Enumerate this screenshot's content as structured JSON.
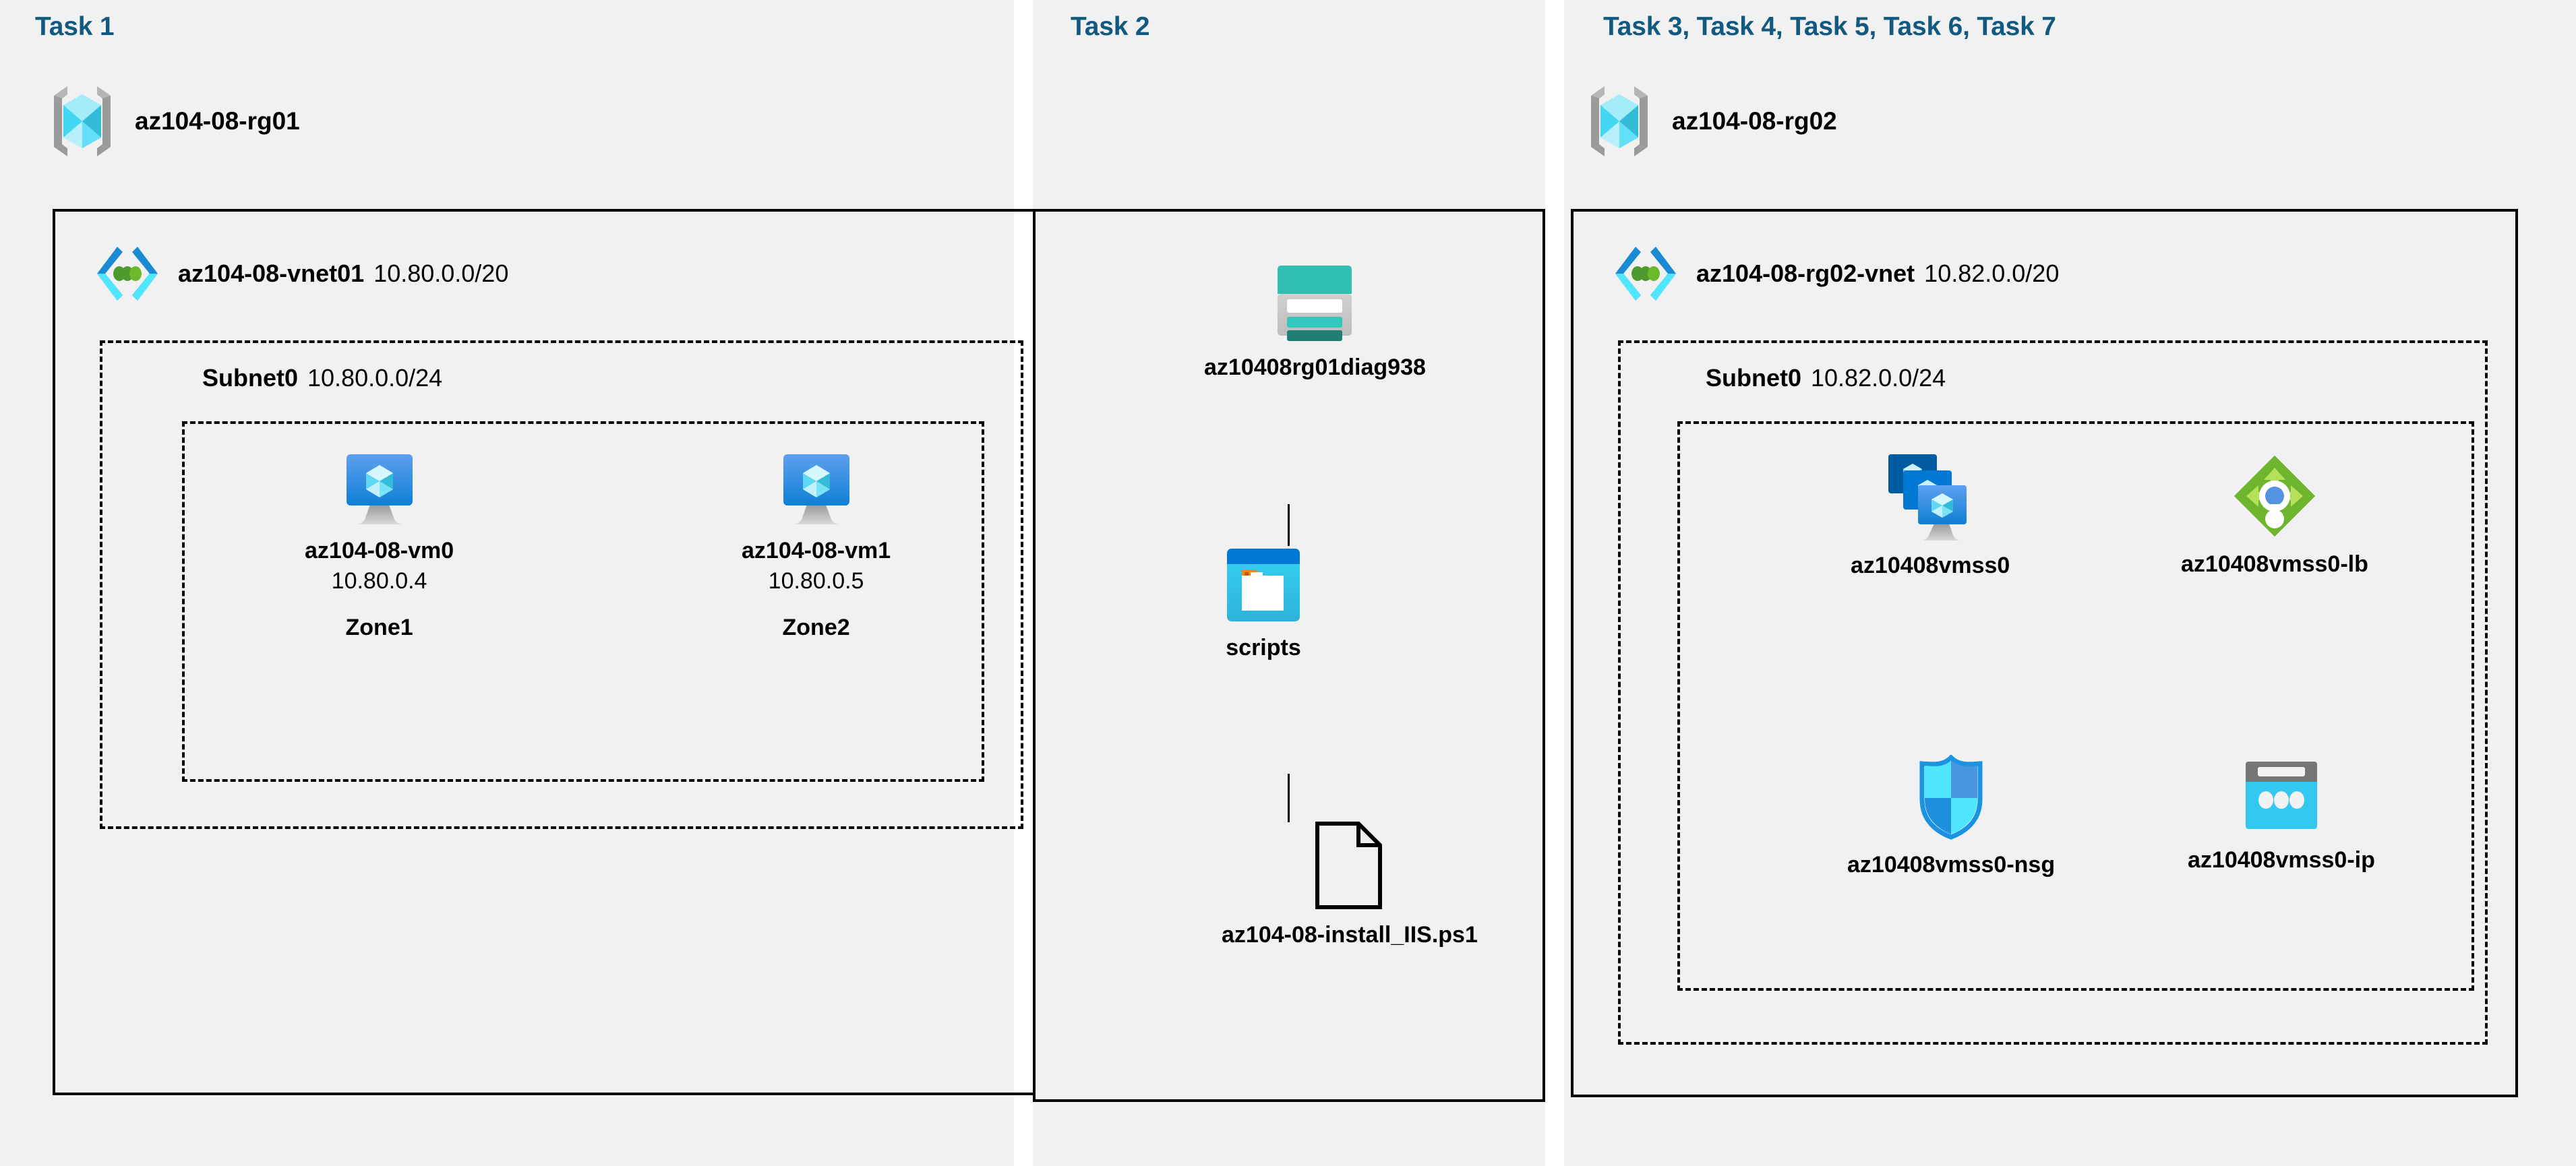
{
  "diagram": {
    "title_colors": {
      "task_label": "#12597f",
      "panel_bg": "#f1f1f1",
      "border": "#000000"
    },
    "panels": [
      {
        "id": "task1",
        "label": "Task 1"
      },
      {
        "id": "task2",
        "label": "Task 2"
      },
      {
        "id": "task3",
        "label": "Task 3, Task 4, Task 5, Task 6, Task 7"
      }
    ]
  },
  "resource_groups": [
    {
      "name": "az104-08-rg01",
      "icon": "resource-group-icon"
    },
    {
      "name": "az104-08-rg02",
      "icon": "resource-group-icon"
    }
  ],
  "vnets": [
    {
      "name": "az104-08-vnet01",
      "cidr": "10.80.0.0/20",
      "icon": "virtual-network-icon"
    },
    {
      "name": "az104-08-rg02-vnet",
      "cidr": "10.82.0.0/20",
      "icon": "virtual-network-icon"
    }
  ],
  "subnets": [
    {
      "name": "Subnet0",
      "cidr": "10.80.0.0/24"
    },
    {
      "name": "Subnet0",
      "cidr": "10.82.0.0/24"
    }
  ],
  "virtual_machines": [
    {
      "name": "az104-08-vm0",
      "ip": "10.80.0.4",
      "zone": "Zone1",
      "icon": "virtual-machine-icon"
    },
    {
      "name": "az104-08-vm1",
      "ip": "10.80.0.5",
      "zone": "Zone2",
      "icon": "virtual-machine-icon"
    }
  ],
  "storage": {
    "account": {
      "name": "az10408rg01diag938",
      "icon": "storage-account-icon"
    },
    "container": {
      "name": "scripts",
      "icon": "blob-container-icon"
    },
    "file": {
      "name": "az104-08-install_IIS.ps1",
      "icon": "file-icon"
    }
  },
  "scale_set_resources": [
    {
      "name": "az10408vmss0",
      "icon": "vm-scale-set-icon"
    },
    {
      "name": "az10408vmss0-lb",
      "icon": "load-balancer-icon"
    },
    {
      "name": "az10408vmss0-nsg",
      "icon": "network-security-group-icon"
    },
    {
      "name": "az10408vmss0-ip",
      "icon": "public-ip-address-icon"
    }
  ]
}
